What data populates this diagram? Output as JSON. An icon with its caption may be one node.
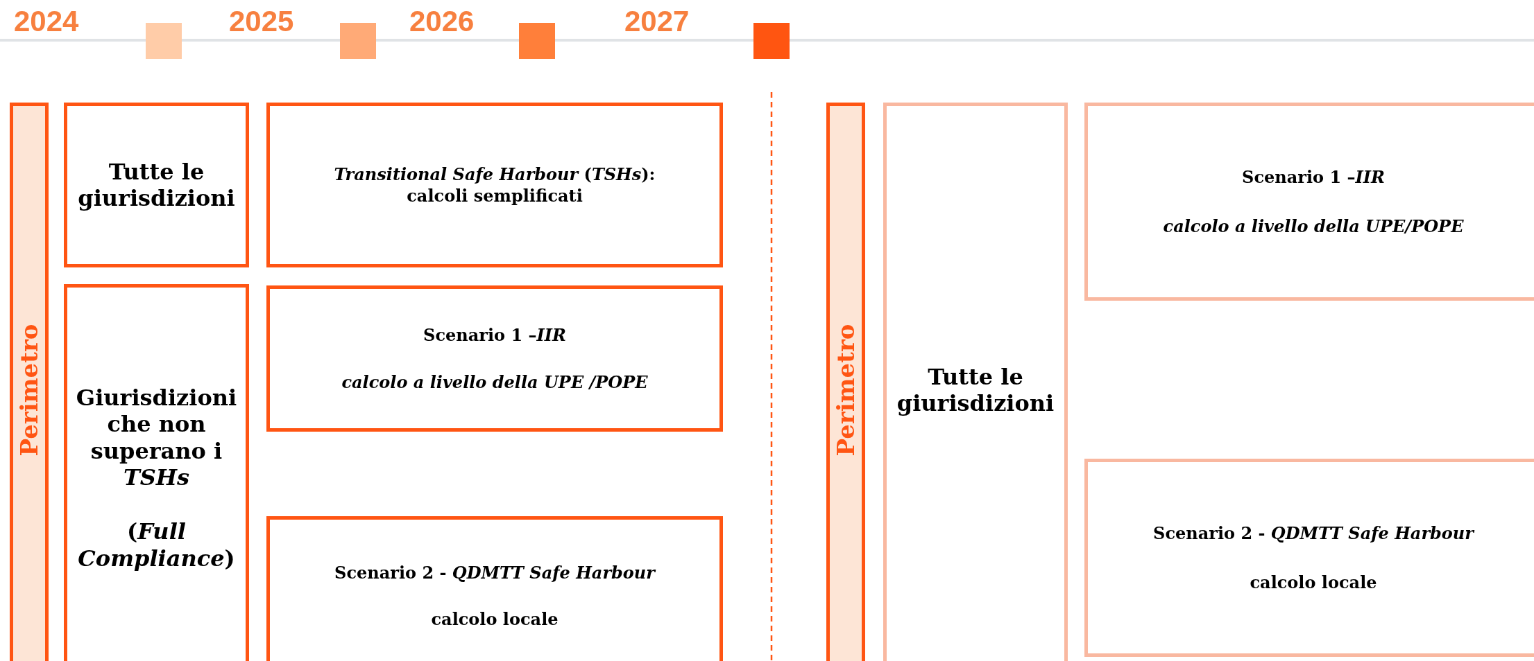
{
  "diagram": {
    "nodes": [
      {
        "text": [
          "Perimetro"
        ]
      },
      {
        "text": [
          "Tutte le giurisdizioni"
        ]
      },
      {
        "text": [
          "*Transitional Safe Harbour* (*TSHs*):",
          "calcoli semplificati"
        ]
      },
      {
        "text": [
          "Giurisdizioni che non superano i *TSHs*",
          "(*Full Compliance*)"
        ]
      },
      {
        "text": [
          "Scenario 1 –*IIR*",
          "calcolo a livello della UPE /POPE"
        ]
      },
      {
        "text": [
          "Scenario 2 - *QDMTT Safe Harbour*",
          "calcolo locale"
        ]
      },
      {
        "text": [
          "Perimetro"
        ]
      },
      {
        "text": [
          "Tutte le giurisdizioni"
        ]
      },
      {
        "text": [
          "Scenario 1 –*IIR*",
          "calcolo a livello della UPE/POPE"
        ]
      },
      {
        "text": [
          "Scenario 2 - *QDMTT Safe Harbour*",
          "calcolo locale"
        ]
      }
    ],
    "labels": [
      "2024",
      "2025",
      "2026",
      "2027"
    ]
  }
}
